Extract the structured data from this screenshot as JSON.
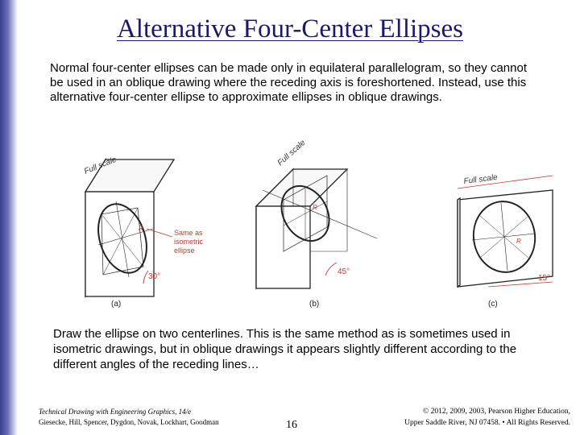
{
  "slide": {
    "title": "Alternative Four-Center Ellipses",
    "paragraph1": "Normal four-center ellipses can be made only in equilateral parallelogram, so they cannot be used in an oblique drawing where the receding axis is foreshortened. Instead, use this alternative four-center ellipse to approximate ellipses in oblique drawings.",
    "paragraph2": "Draw the ellipse on two centerlines. This is the same method as is sometimes used in isometric drawings, but in oblique drawings it appears slightly different according to the different angles of the receding lines…"
  },
  "figure": {
    "full_scale_label": "Full scale",
    "r_label": "R",
    "same_as_line1": "Same as",
    "same_as_line2": "isometric",
    "same_as_line3": "ellipse",
    "angle_a": "30°",
    "angle_b": "45°",
    "angle_c": "15°",
    "caption_a": "(a)",
    "caption_b": "(b)",
    "caption_c": "(c)",
    "accent_color": "#c0392b"
  },
  "footer": {
    "book_title": "Technical Drawing with Engineering Graphics, 14/e",
    "authors": "Giesecke, Hill, Spencer, Dygdon, Novak, Lockhart, Goodman",
    "page_number": "16",
    "copyright_line1": "© 2012, 2009, 2003, Pearson Higher Education,",
    "copyright_line2": "Upper Saddle River, NJ 07458. • All Rights Reserved."
  }
}
